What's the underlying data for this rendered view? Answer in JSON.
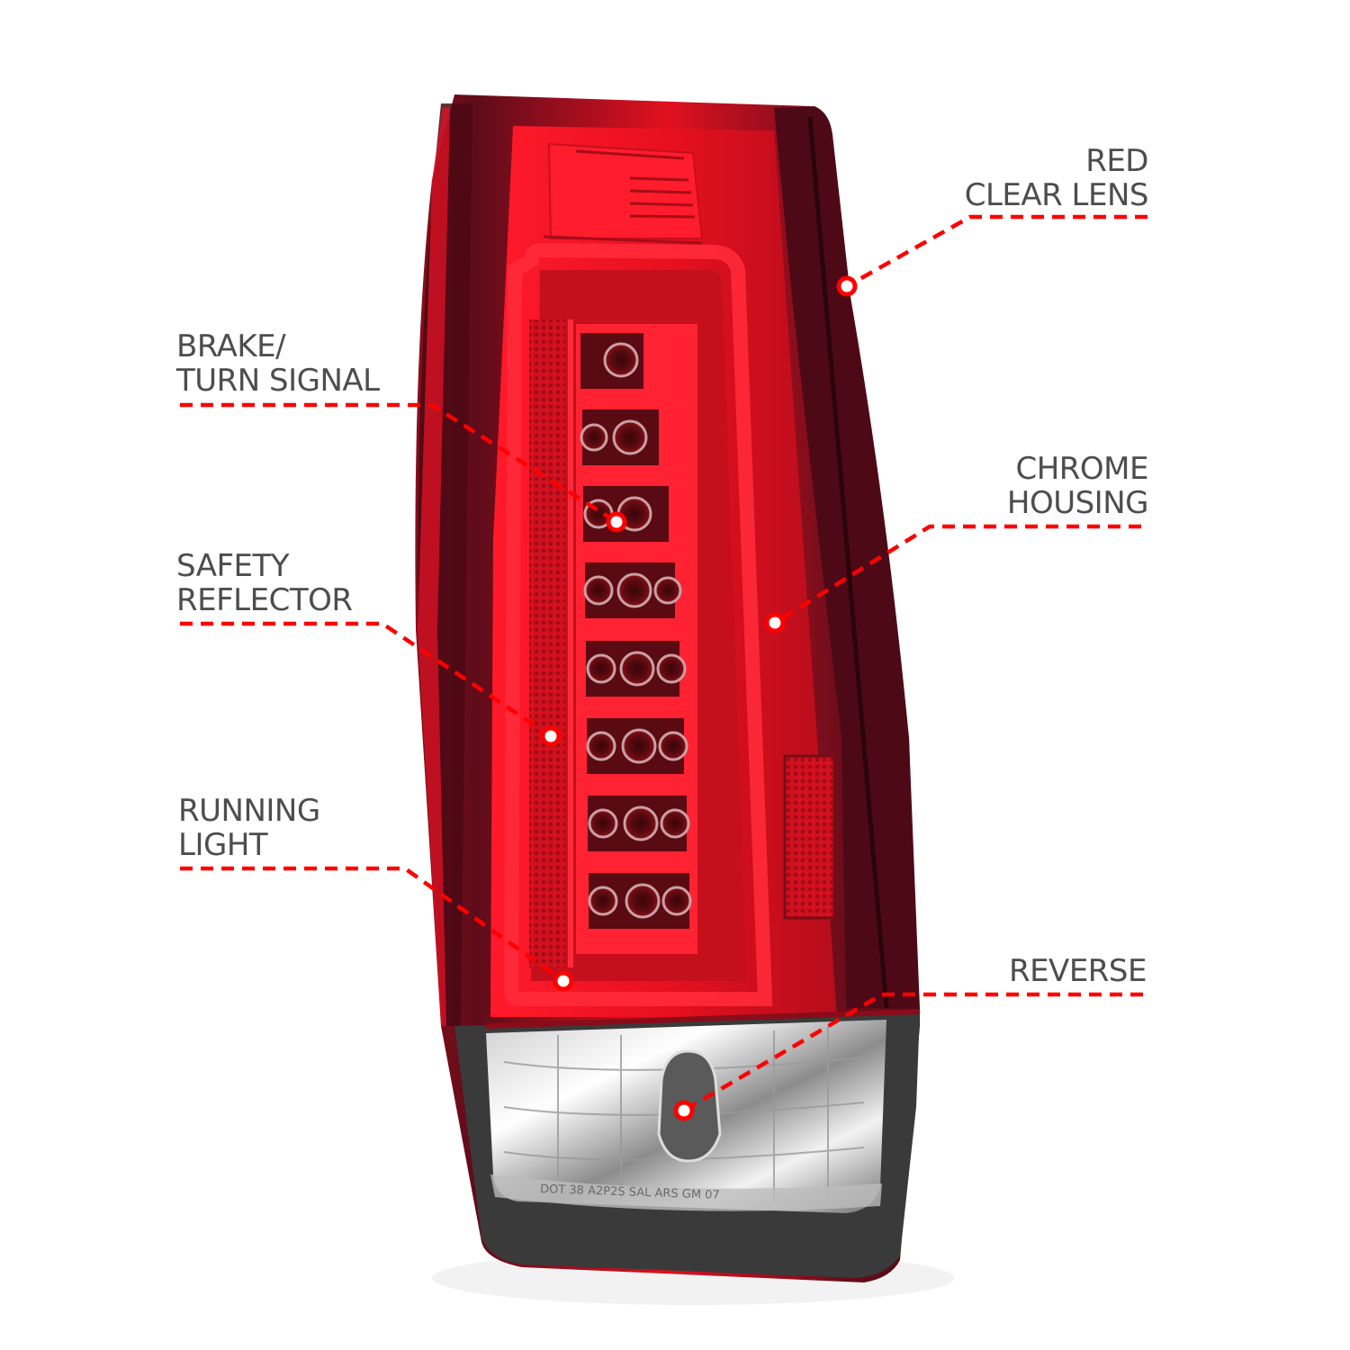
{
  "product": {
    "subject": "LED tail light assembly",
    "lens_color": "#c8101e",
    "housing_color": "chrome / clear"
  },
  "colors": {
    "accent": "#ff0000",
    "label_text": "#4d4d4f",
    "lamp_red_bright": "#ff1a2a",
    "lamp_red_dark": "#5a0a18",
    "background": "#ffffff"
  },
  "callouts": [
    {
      "id": "red-clear-lens",
      "lines": [
        "RED",
        "CLEAR LENS"
      ],
      "side": "right"
    },
    {
      "id": "brake-turn-signal",
      "lines": [
        "BRAKE/",
        "TURN SIGNAL"
      ],
      "side": "left"
    },
    {
      "id": "chrome-housing",
      "lines": [
        "CHROME",
        "HOUSING"
      ],
      "side": "right"
    },
    {
      "id": "safety-reflector",
      "lines": [
        "SAFETY",
        "REFLECTOR"
      ],
      "side": "left"
    },
    {
      "id": "running-light",
      "lines": [
        "RUNNING",
        "LIGHT"
      ],
      "side": "left"
    },
    {
      "id": "reverse",
      "lines": [
        "REVERSE"
      ],
      "side": "right"
    }
  ],
  "lens_markings": "DOT 38 A2P2S SAL ARS GM 07"
}
